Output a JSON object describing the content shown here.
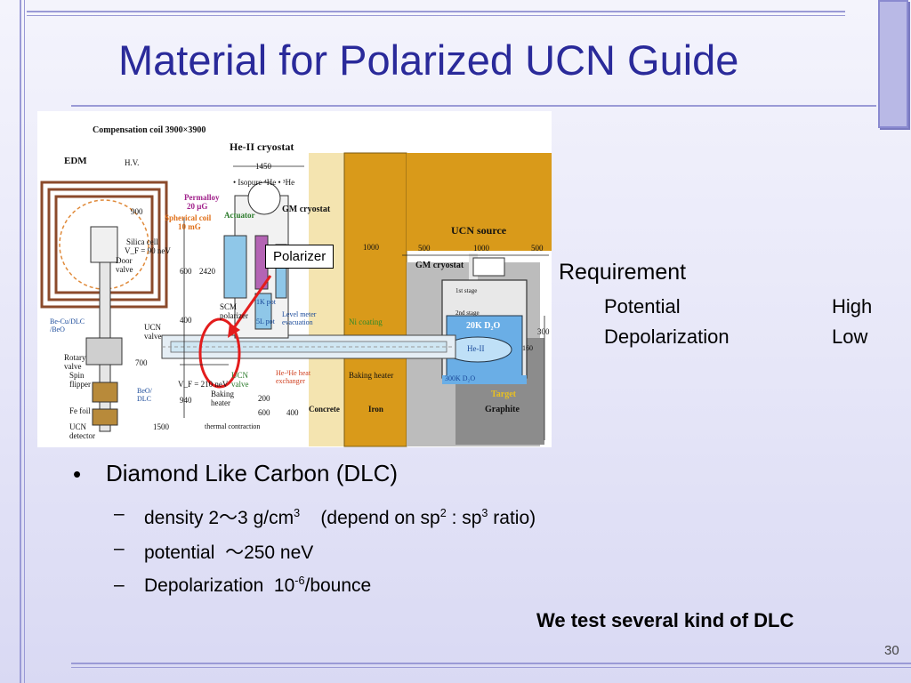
{
  "slide": {
    "title": "Material for Polarized UCN Guide",
    "page_number": "30"
  },
  "figure": {
    "callout": "Polarizer",
    "labels": {
      "compensation_coil": "Compensation coil 3900×3900",
      "he2_cryostat": "He-II cryostat",
      "edm": "EDM",
      "hv": "H.V.",
      "isopure": "• Isopure ⁴He • ³He",
      "gm_cryostat_top": "GM cryostat",
      "ucn_source": "UCN source",
      "gm_cryostat_right": "GM cryostat",
      "permalloy": "Permalloy",
      "permalloy_val": "20 μG",
      "spherical_coil": "Spherical coil",
      "spherical_val": "10 mG",
      "actuator": "Actuator",
      "silica_cell": "Silica cell",
      "vf90": "V_F = 90 neV",
      "door_valve": "Door valve",
      "scm_polarizer": "SCM polarizer",
      "ucn_valve": "UCN valve",
      "rotary_valve": "Rotary valve",
      "spin_flipper": "Spin flipper",
      "fe_foil": "Fe foil",
      "ucn_detector": "UCN detector",
      "vf210": "V_F = 210 neV",
      "baking_heater_left": "Baking heater",
      "baking_heater_right": "Baking heater",
      "ni_coating": "Ni coating",
      "concrete": "Concrete",
      "iron": "Iron",
      "graphite": "Graphite",
      "target": "Target",
      "d2o_20k": "20K D₂O",
      "he2_small": "He-II",
      "d2o_300k": "300K D₂O",
      "thermal_contraction": "thermal contraction",
      "becu": "Be-Cu/DLC /BeO",
      "beo": "BeO/ DLC",
      "level_meter": "Level meter evacuation",
      "he_exchanger": "He-³He heat exchanger",
      "stage1": "1st stage",
      "stage2": "2nd stage",
      "pot1k": "1K pot",
      "pot5l": "5L pot",
      "dim_1450": "1450",
      "dim_900": "900",
      "dim_1000a": "1000",
      "dim_500a": "500",
      "dim_1000b": "1000",
      "dim_500b": "500",
      "dim_700": "700",
      "dim_600": "600",
      "dim_400": "400",
      "dim_200": "200",
      "dim_1500": "1500",
      "dim_2420": "2420",
      "dim_940": "940",
      "dim_300": "300",
      "dim_160": "160"
    }
  },
  "requirement": {
    "heading": "Requirement",
    "rows": [
      {
        "name": "Potential",
        "value": "High"
      },
      {
        "name": "Depolarization",
        "value": "Low"
      }
    ]
  },
  "bullets": {
    "main": "Diamond Like Carbon (DLC)",
    "sub1": {
      "a": "density  2～3 g/cm",
      "sup1": "3",
      "b": "    (depend on sp",
      "sup2": "2",
      "c": " : sp",
      "sup3": "3",
      "d": " ratio)"
    },
    "sub2": "potential  ～250 neV",
    "sub3": {
      "a": "Depolarization  10",
      "sup": "-6",
      "b": "/bounce"
    }
  },
  "note": "We test several kind of DLC",
  "colors": {
    "title": "#2a2a9a",
    "rule": "#9a9ad6",
    "concrete": "#f4e4b0",
    "iron": "#d99a1a",
    "graphite": "#8c8c8c",
    "d2o": "#6aaee6",
    "red_circle": "#e31d1d",
    "coil_brown": "#8b4a2b"
  }
}
